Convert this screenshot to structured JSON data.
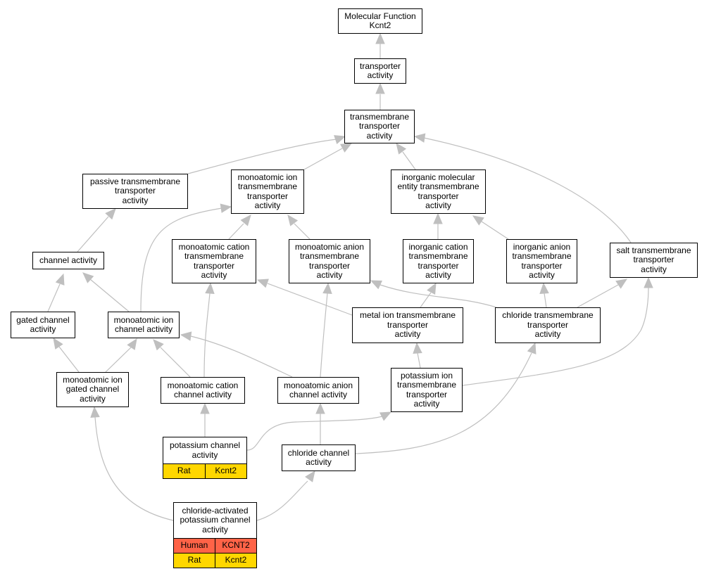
{
  "colors": {
    "edge": "#bfbfbf",
    "node_border": "#000000",
    "rat": "#ffd700",
    "human": "#ff6347"
  },
  "nodes": {
    "mf": "Molecular Function\nKcnt2",
    "transporter": "transporter\nactivity",
    "tm_transporter": "transmembrane\ntransporter\nactivity",
    "passive_tm": "passive transmembrane\ntransporter\nactivity",
    "monoatomic_ion_tm": "monoatomic ion\ntransmembrane\ntransporter\nactivity",
    "inorganic_mol_tm": "inorganic molecular\nentity transmembrane\ntransporter\nactivity",
    "channel": "channel activity",
    "monoatomic_cation_tm": "monoatomic cation\ntransmembrane\ntransporter\nactivity",
    "monoatomic_anion_tm": "monoatomic anion\ntransmembrane\ntransporter\nactivity",
    "inorganic_cation_tm": "inorganic cation\ntransmembrane\ntransporter\nactivity",
    "inorganic_anion_tm": "inorganic anion\ntransmembrane\ntransporter\nactivity",
    "salt_tm": "salt transmembrane\ntransporter\nactivity",
    "gated_channel": "gated channel\nactivity",
    "monoatomic_ion_channel": "monoatomic ion\nchannel activity",
    "metal_ion_tm": "metal ion transmembrane\ntransporter\nactivity",
    "chloride_tm": "chloride transmembrane\ntransporter\nactivity",
    "monoatomic_ion_gated": "monoatomic ion\ngated channel\nactivity",
    "monoatomic_cation_channel": "monoatomic cation\nchannel activity",
    "monoatomic_anion_channel": "monoatomic anion\nchannel activity",
    "potassium_ion_tm": "potassium ion\ntransmembrane\ntransporter\nactivity",
    "potassium_channel": "potassium channel\nactivity",
    "chloride_channel": "chloride channel\nactivity",
    "chloride_activated_k": "chloride-activated\npotassium channel\nactivity"
  },
  "annotations": {
    "potassium_channel": [
      {
        "species": "Rat",
        "gene": "Kcnt2",
        "color": "#ffd700"
      }
    ],
    "chloride_activated_k": [
      {
        "species": "Human",
        "gene": "KCNT2",
        "color": "#ff6347"
      },
      {
        "species": "Rat",
        "gene": "Kcnt2",
        "color": "#ffd700"
      }
    ]
  }
}
